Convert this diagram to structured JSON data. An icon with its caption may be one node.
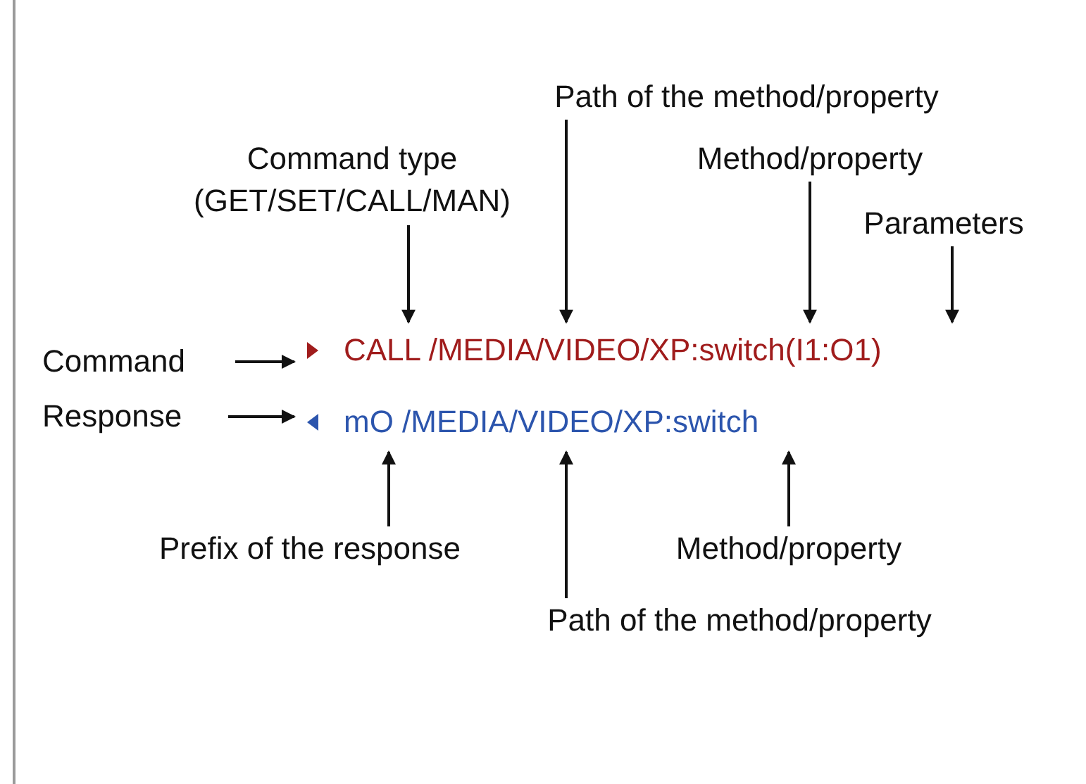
{
  "diagram": {
    "nodes": [
      {
        "text": [
          "Command type (GET/SET/CALL/MAN)"
        ]
      },
      {
        "text": [
          "Path of the method/property"
        ]
      },
      {
        "text": [
          "Method/property"
        ]
      },
      {
        "text": [
          "Parameters"
        ]
      },
      {
        "text": [
          "Command"
        ]
      },
      {
        "text": [
          "Response"
        ]
      },
      {
        "text": [
          "CALL /MEDIA/VIDEO/XP:switch(I1:O1)"
        ]
      },
      {
        "text": [
          "mO /MEDIA/VIDEO/XP:switch"
        ]
      },
      {
        "text": [
          "Prefix of the response"
        ]
      },
      {
        "text": [
          "Method/property"
        ]
      },
      {
        "text": [
          "Path of the method/property"
        ]
      }
    ],
    "edges": [
      {
        "from": 0,
        "to": 6,
        "arrow": "to"
      },
      {
        "from": 1,
        "to": 6,
        "arrow": "to"
      },
      {
        "from": 2,
        "to": 6,
        "arrow": "to"
      },
      {
        "from": 3,
        "to": 6,
        "arrow": "to"
      },
      {
        "from": 4,
        "to": 6,
        "arrow": "to"
      },
      {
        "from": 5,
        "to": 7,
        "arrow": "to"
      },
      {
        "from": 8,
        "to": 7,
        "arrow": "to"
      },
      {
        "from": 10,
        "to": 7,
        "arrow": "to"
      },
      {
        "from": 9,
        "to": 7,
        "arrow": "to"
      }
    ]
  }
}
